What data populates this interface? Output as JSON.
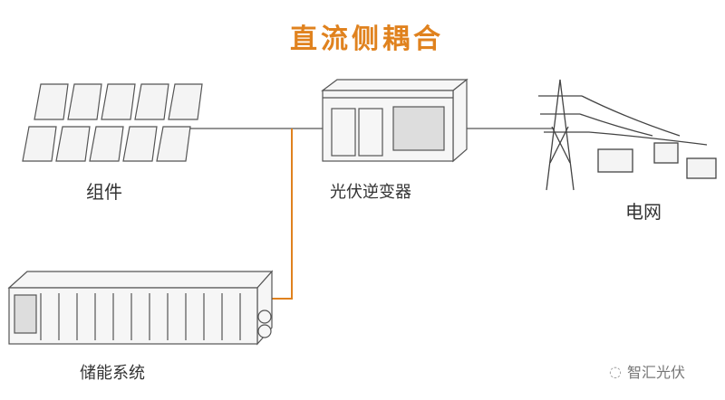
{
  "title": "直流侧耦合",
  "labels": {
    "modules": "组件",
    "inverter": "光伏逆变器",
    "grid": "电网",
    "storage": "储能系统"
  },
  "watermark": "智汇光伏",
  "colors": {
    "accent": "#e0821e",
    "line": "#555555"
  }
}
